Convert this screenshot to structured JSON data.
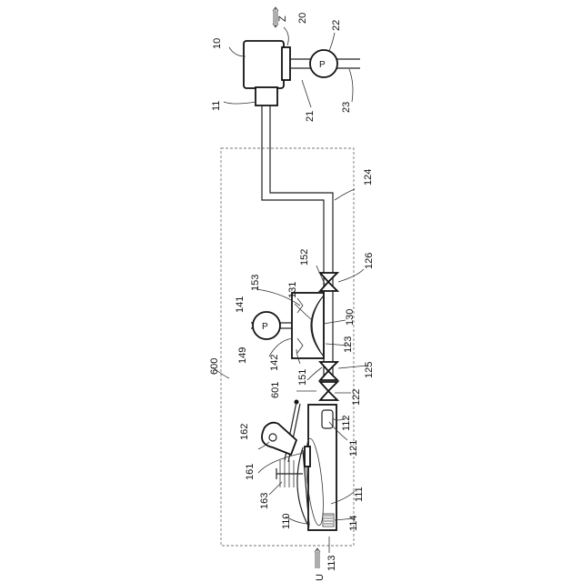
{
  "diagram": {
    "labels": {
      "n10": "10",
      "n11": "11",
      "n20": "20",
      "n21": "21",
      "n22": "22",
      "n23": "23",
      "z": "Z",
      "n124": "124",
      "n126": "126",
      "n152": "152",
      "n153": "153",
      "n131": "131",
      "n141": "141",
      "n130": "130",
      "n149": "149",
      "n123": "123",
      "n142": "142",
      "n151": "151",
      "n125": "125",
      "n600": "600",
      "n601": "601",
      "n122": "122",
      "n112": "112",
      "n162": "162",
      "n121": "121",
      "n161": "161",
      "n111": "111",
      "n163": "163",
      "n110": "110",
      "n114": "114",
      "n113": "113",
      "u": "U"
    },
    "pump_letter": "P"
  }
}
